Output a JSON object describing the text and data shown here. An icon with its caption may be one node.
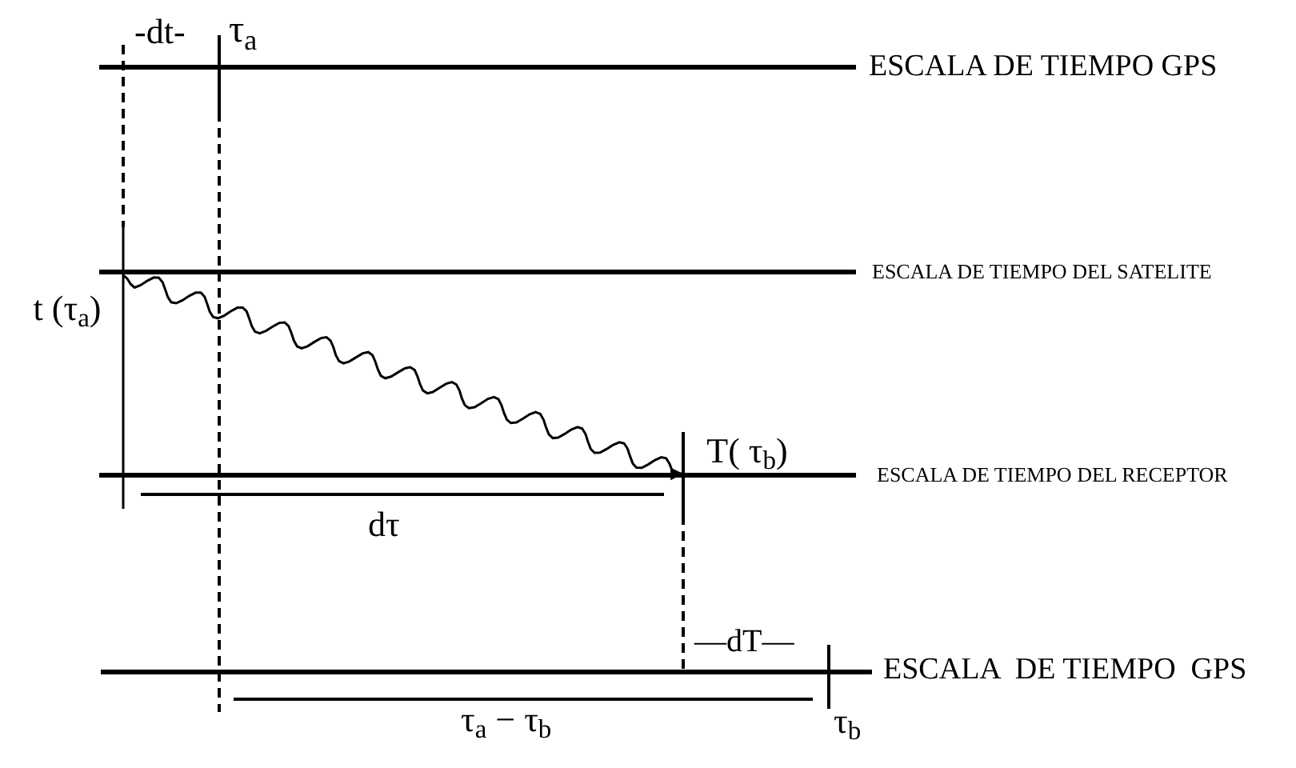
{
  "diagram": {
    "nodes": [
      {
        "text": [
          "t (τ$_{a}$)"
        ]
      },
      {
        "text": [
          "T( τ$_{b}$)"
        ]
      }
    ],
    "edges": [
      {
        "from": 0,
        "to": 1,
        "arrow": "to"
      }
    ],
    "labels": [
      "-dt-",
      "τ$_{a}$",
      "ESCALA DE TIEMPO GPS",
      "ESCALA DE TIEMPO DEL SATELITE",
      "ESCALA DE TIEMPO DEL RECEPTOR",
      "dτ",
      "—dT—",
      "ESCALA  DE TIEMPO  GPS",
      "τ$_{a}$ − τ$_{b}$",
      "τ$_{b}$"
    ]
  }
}
